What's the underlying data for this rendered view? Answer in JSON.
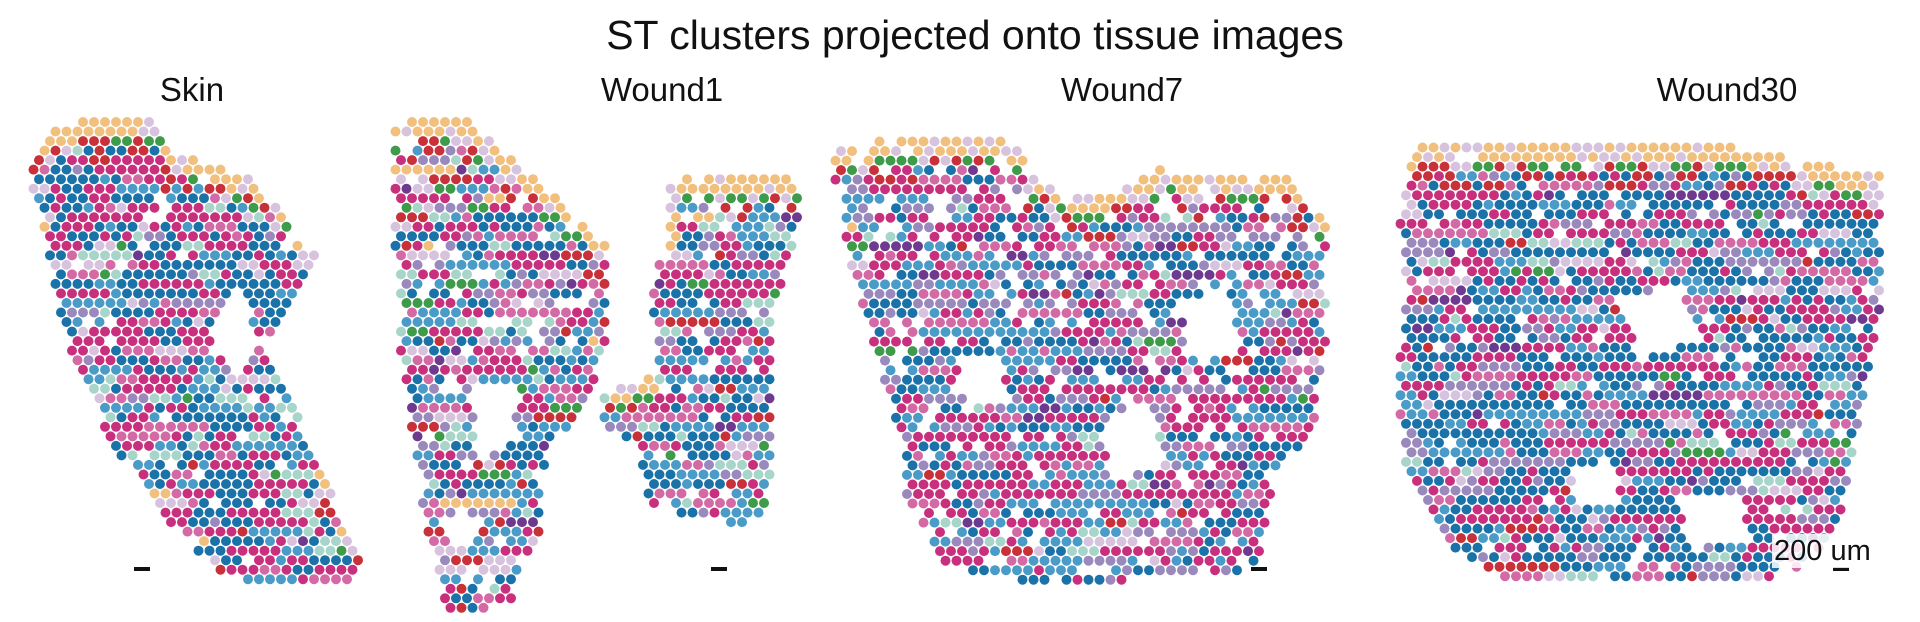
{
  "figure": {
    "title": "ST clusters projected onto tissue images",
    "panels": [
      {
        "title": "Skin"
      },
      {
        "title": "Wound1"
      },
      {
        "title": "Wound7"
      },
      {
        "title": "Wound30"
      }
    ],
    "scale_label": "200 um"
  },
  "cluster_colors": [
    "#1a72a8",
    "#c8307e",
    "#4a9bc7",
    "#d36aa5",
    "#9a89bd",
    "#a7d5c9",
    "#f2c07e",
    "#c8303a",
    "#3d9b49",
    "#d8c3df",
    "#6e3a90"
  ]
}
